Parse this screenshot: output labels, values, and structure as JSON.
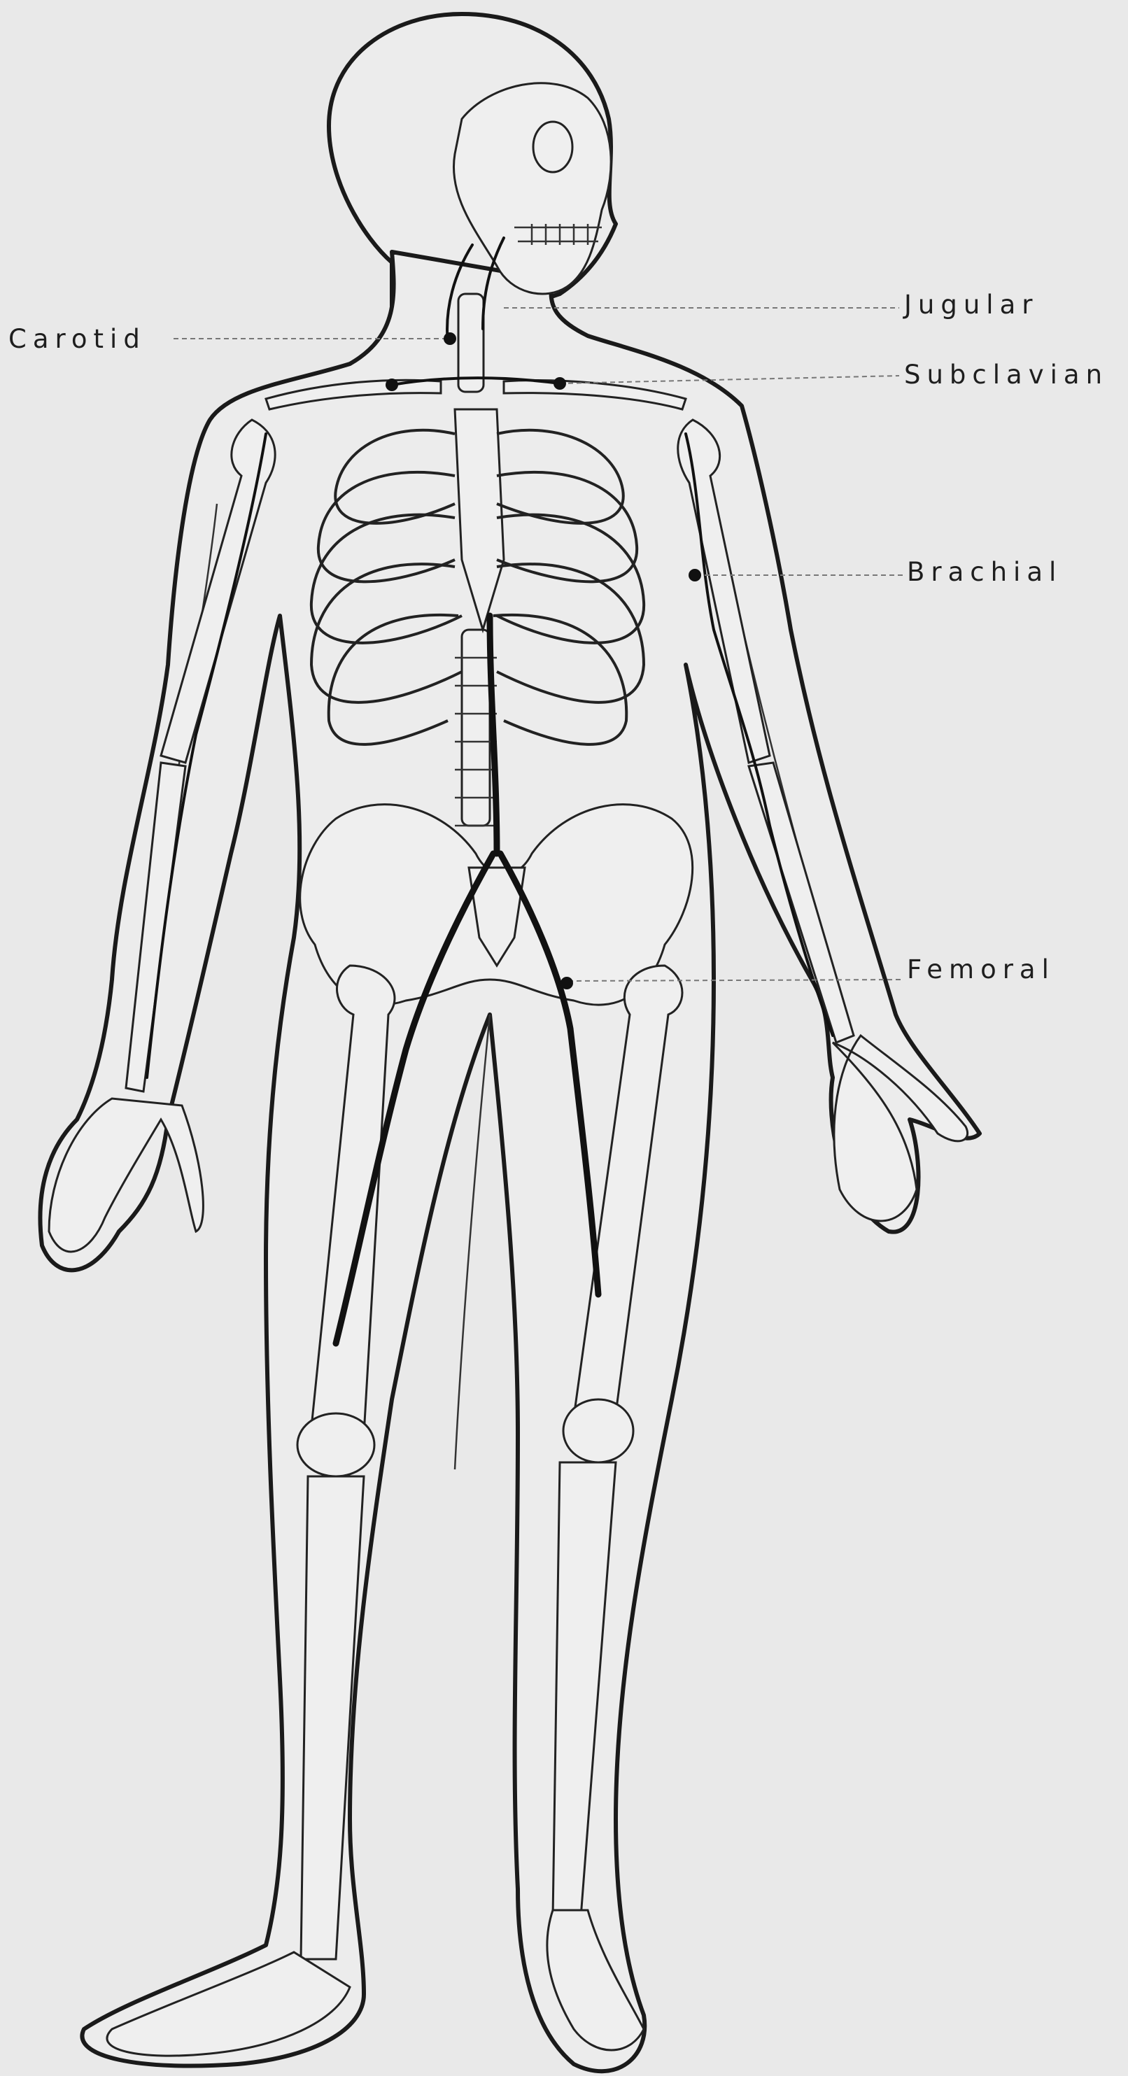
{
  "labels": {
    "carotid": "Carotid",
    "jugular": "Jugular",
    "subclavian": "Subclavian",
    "brachial": "Brachial",
    "femoral": "Femoral"
  },
  "colors": {
    "background": "#e9e9e9",
    "ink": "#1a1a1a",
    "label": "#1e1e1e"
  }
}
